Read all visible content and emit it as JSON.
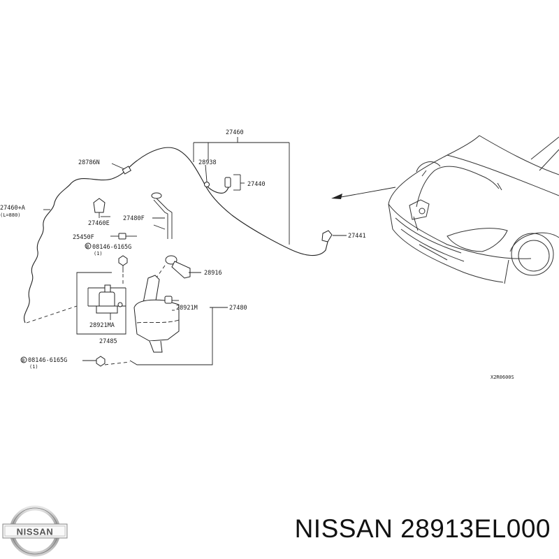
{
  "labels": {
    "p27460": "27460",
    "p28786n": "28786N",
    "p28938": "28938",
    "p27440": "27440",
    "p27460a": "27460+A",
    "p27460a_sub": "(L=880)",
    "p27460e": "27460E",
    "p27480f": "27480F",
    "p25450f": "25450F",
    "p08146a": "08146-6165G",
    "p08146a_qty": "(1)",
    "p27441": "27441",
    "p28916": "28916",
    "p28921m": "28921M",
    "p27480": "27480",
    "p28921ma": "28921MA",
    "p27485": "27485",
    "p08146b": "08146-6165G",
    "p08146b_qty": "(1)",
    "bolt_mark": "B",
    "ref_code": "X2R0600S"
  },
  "footer": {
    "brand_logo": "NISSAN",
    "title": "NISSAN 28913EL000"
  },
  "icons": {
    "logo": "nissan-logo-icon",
    "car": "car-front-illustration"
  }
}
